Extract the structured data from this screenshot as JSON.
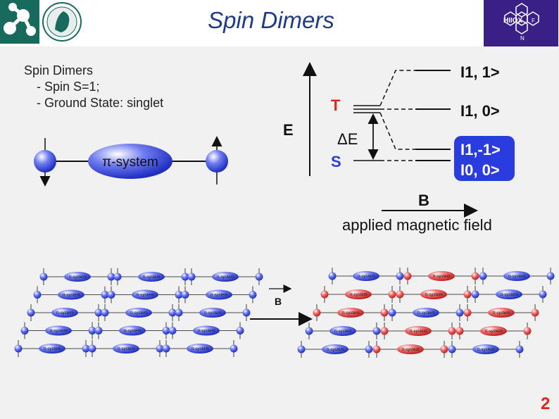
{
  "title": "Spin Dimers",
  "logos": {
    "hiox_letters": "HIIOX",
    "hiox_f": "F",
    "hiox_n": "N"
  },
  "intro": {
    "heading": "Spin Dimers",
    "line1": "- Spin S=1;",
    "line2": "- Ground State: singlet"
  },
  "molecule_label": "π-system",
  "energy_diagram": {
    "axis_label": "E",
    "triplet_label": "T",
    "singlet_label": "S",
    "gap_label": "ΔE",
    "state_1_1": "I1, 1>",
    "state_1_0": "I1, 0>",
    "state_1_m1": "I1,-1>",
    "state_0_0": "I0, 0>",
    "field_label": "B",
    "field_caption": "applied magnetic field"
  },
  "lattice": {
    "field_label": "B",
    "unit_label": "π-system",
    "rows": 5,
    "cols": 3,
    "colors": {
      "blue": "#3b4fe0",
      "red": "#e03a3a"
    },
    "after_pattern": [
      [
        "blue",
        "red",
        "blue"
      ],
      [
        "red",
        "red",
        "blue"
      ],
      [
        "red",
        "blue",
        "red"
      ],
      [
        "blue",
        "red",
        "red"
      ],
      [
        "blue",
        "red",
        "blue"
      ]
    ]
  },
  "page_number": "2",
  "colors": {
    "title": "#1f3a8a",
    "accent_red": "#e0261b",
    "state_box": "#2a3ce0",
    "hiox_bg": "#3a1f86"
  }
}
